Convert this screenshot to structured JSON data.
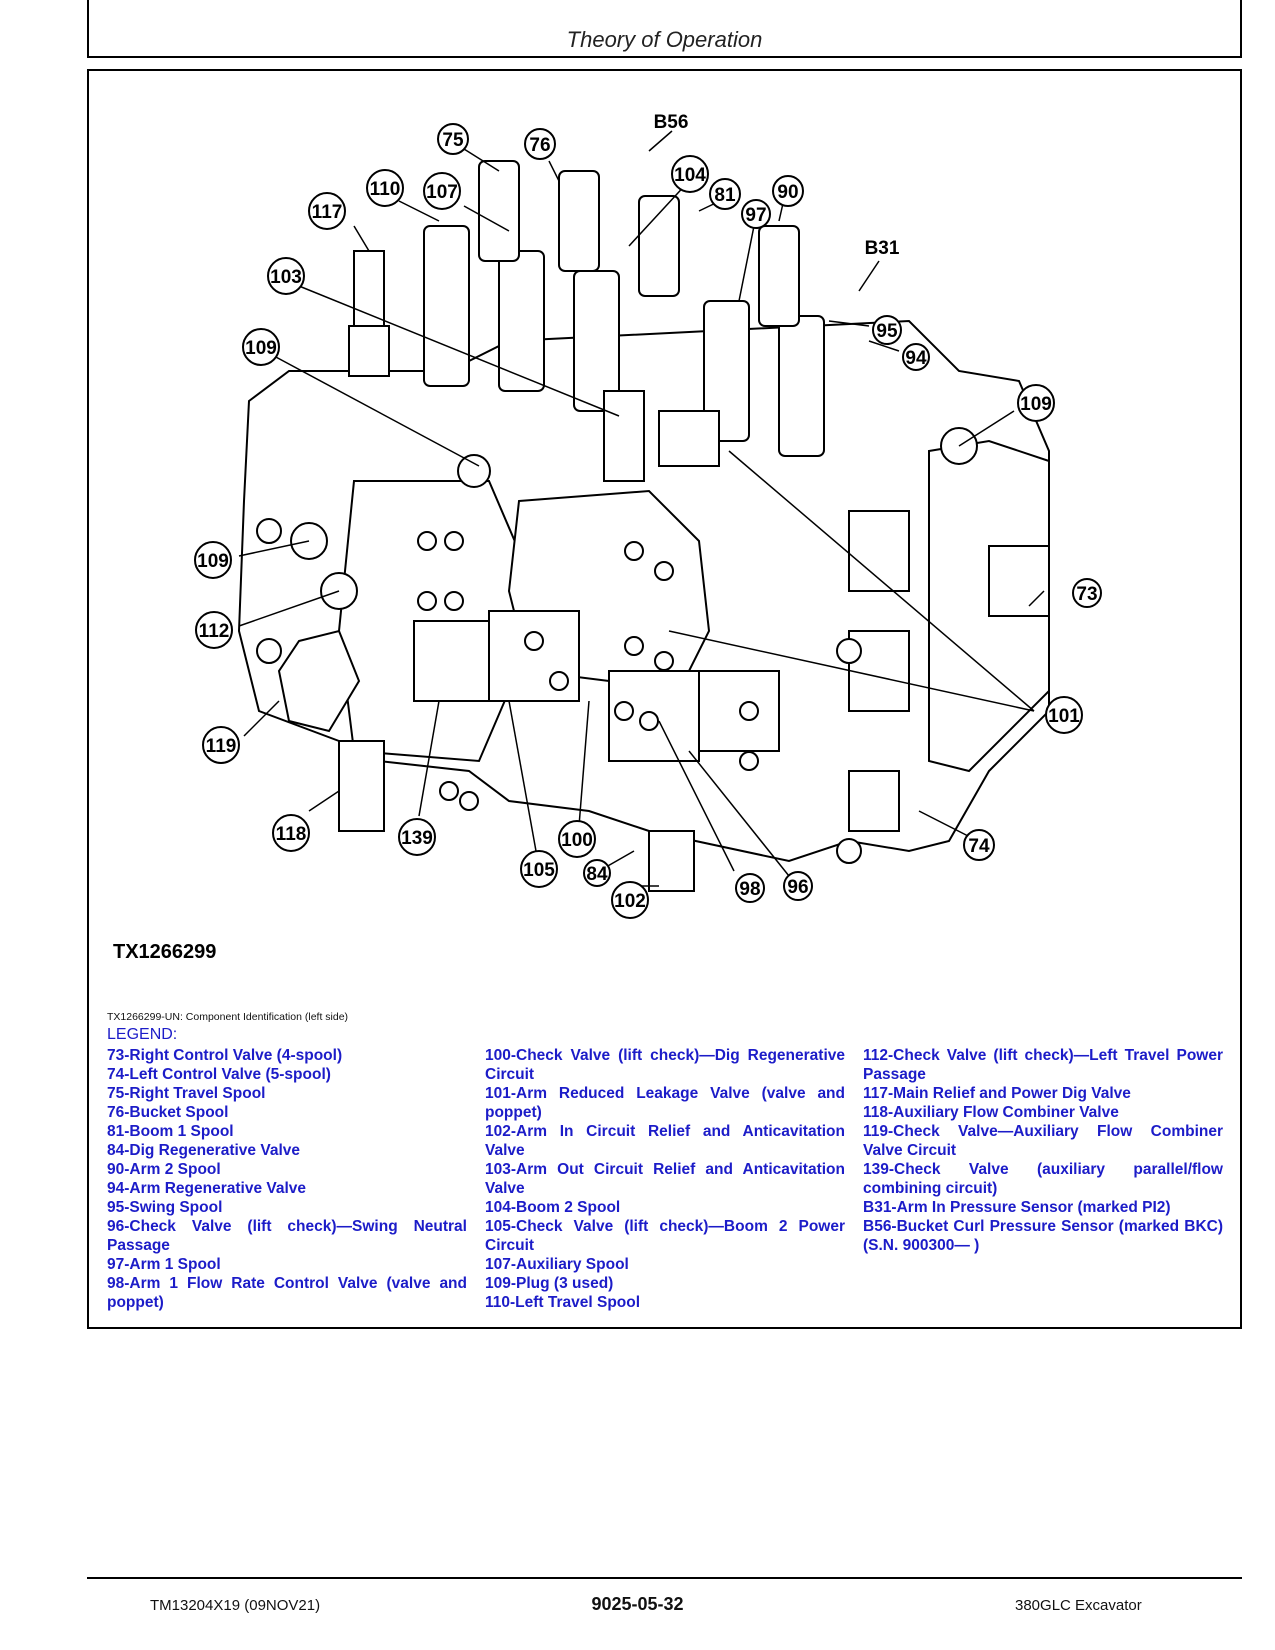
{
  "header": {
    "title": "Theory of Operation"
  },
  "figure": {
    "id": "TX1266299",
    "caption": "TX1266299-UN: Component Identification (left side)",
    "callouts": [
      "75",
      "76",
      "B56",
      "104",
      "117",
      "110",
      "107",
      "81",
      "90",
      "97",
      "B31",
      "103",
      "95",
      "109",
      "94",
      "109",
      "109",
      "73",
      "112",
      "101",
      "119",
      "118",
      "139",
      "105",
      "100",
      "84",
      "102",
      "98",
      "96",
      "74"
    ]
  },
  "legend": {
    "title": "LEGEND:",
    "col1": [
      "73-Right Control Valve (4-spool)",
      "74-Left Control Valve (5-spool)",
      "75-Right Travel Spool",
      "76-Bucket Spool",
      "81-Boom 1 Spool",
      "84-Dig Regenerative Valve",
      "90-Arm 2 Spool",
      "94-Arm Regenerative Valve",
      "95-Swing Spool",
      "96-Check Valve (lift check)—Swing Neutral Passage",
      "97-Arm 1 Spool",
      "98-Arm 1 Flow Rate Control Valve (valve and poppet)"
    ],
    "col2": [
      "100-Check Valve (lift check)—Dig Regenerative Circuit",
      "101-Arm Reduced Leakage Valve (valve and poppet)",
      "102-Arm In Circuit Relief and Anticavitation Valve",
      "103-Arm Out Circuit Relief and Anticavitation Valve",
      "104-Boom 2 Spool",
      "105-Check Valve (lift check)—Boom 2 Power Circuit",
      "107-Auxiliary Spool",
      "109-Plug (3 used)",
      "110-Left Travel Spool"
    ],
    "col3": [
      "112-Check Valve (lift check)—Left Travel Power Passage",
      "117-Main Relief and Power Dig Valve",
      "118-Auxiliary Flow Combiner Valve",
      "119-Check Valve—Auxiliary Flow Combiner Valve Circuit",
      "139-Check Valve (auxiliary parallel/flow combining circuit)",
      "B31-Arm In Pressure Sensor (marked PI2)",
      "B56-Bucket Curl Pressure Sensor (marked BKC) (S.N. 900300— )"
    ]
  },
  "footer": {
    "left": "TM13204X19 (09NOV21)",
    "center": "9025-05-32",
    "right": "380GLC Excavator"
  },
  "colors": {
    "legend_text": "#1c1cc8",
    "rule": "#000000"
  }
}
